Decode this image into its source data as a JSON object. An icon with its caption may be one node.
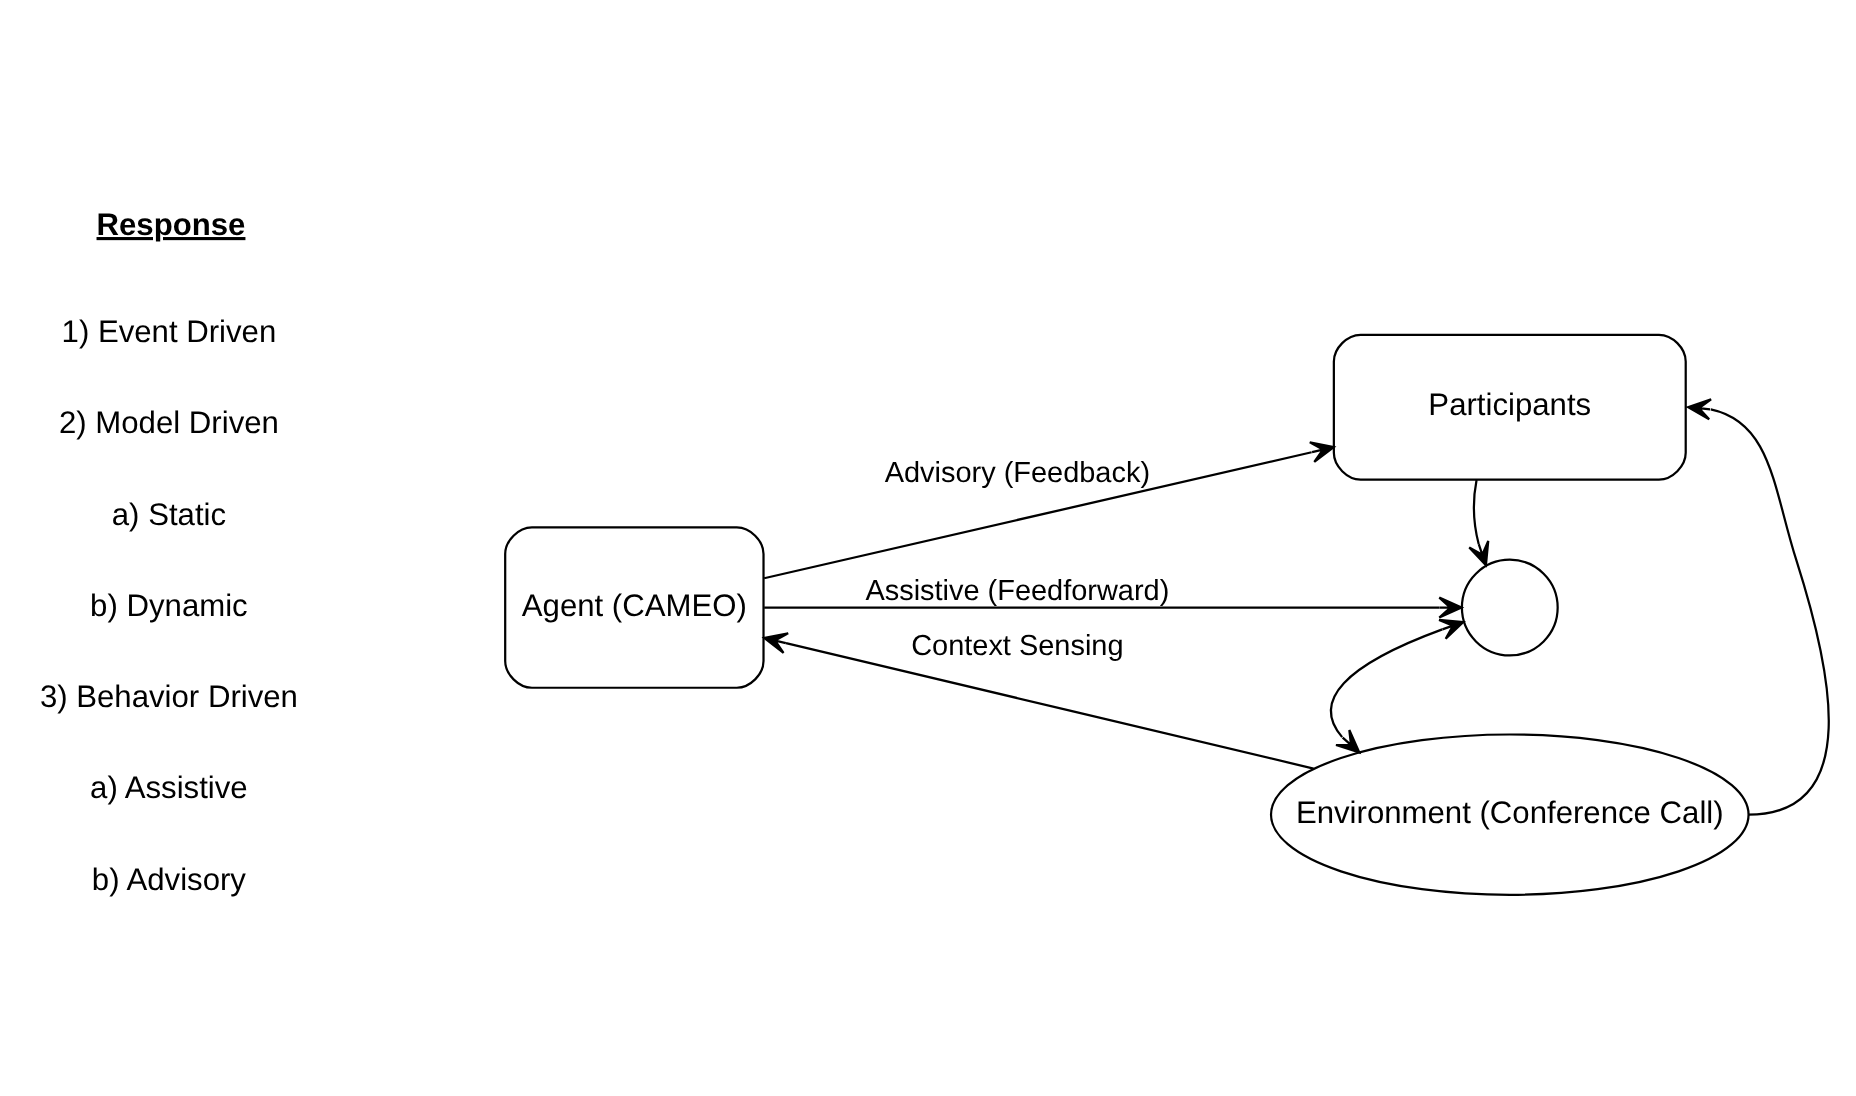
{
  "diagram": {
    "nodes": [
      {
        "text": [
          "Participants"
        ]
      },
      {
        "text": [],
        "shape": "circle"
      },
      {
        "text": [
          "Agent (CAMEO)"
        ]
      },
      {
        "text": [
          "Environment (Conference Call)"
        ]
      }
    ],
    "edges": [
      {
        "from": 2,
        "to": 0,
        "arrow": "to",
        "label": "Advisory (Feedback)"
      },
      {
        "from": 2,
        "to": 1,
        "arrow": "to",
        "label": "Assistive (Feedforward)"
      },
      {
        "from": 0,
        "to": 1,
        "arrow": "to"
      },
      {
        "from": 1,
        "to": 3,
        "arrow": "both"
      },
      {
        "from": 3,
        "to": 2,
        "arrow": "to",
        "label": "Context Sensing"
      },
      {
        "from": 3,
        "to": 0,
        "arrow": "to"
      }
    ],
    "labels": [
      "Response",
      "1) Event Driven",
      "2) Model Driven",
      "a) Static",
      "b) Dynamic",
      "3) Behavior Driven",
      "a) Assistive",
      "b) Advisory"
    ]
  }
}
